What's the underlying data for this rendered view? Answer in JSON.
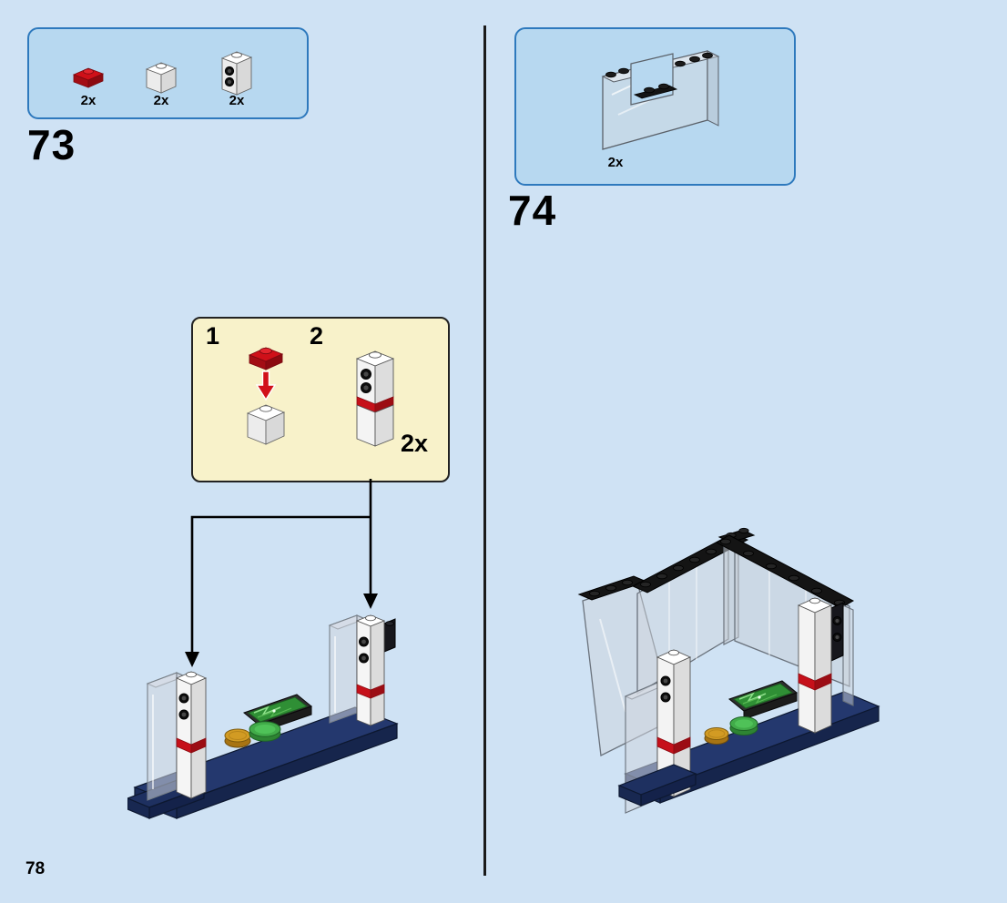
{
  "page": {
    "number": "78"
  },
  "step73": {
    "number": "73",
    "parts_box": {
      "parts": [
        {
          "icon": "red-plate-1x1-icon",
          "qty": "2x"
        },
        {
          "icon": "white-brick-1x1-icon",
          "qty": "2x"
        },
        {
          "icon": "white-brick-1x1-side-studs-icon",
          "qty": "2x"
        }
      ]
    },
    "callout": {
      "steps": [
        {
          "label": "1"
        },
        {
          "label": "2"
        }
      ],
      "qty": "2x"
    }
  },
  "step74": {
    "number": "74",
    "parts_box": {
      "parts": [
        {
          "icon": "transparent-corner-panel-icon",
          "qty": "2x"
        }
      ]
    }
  },
  "colors": {
    "page_bg": "#cfe2f4",
    "parts_box_bg": "#b7d8f0",
    "parts_box_border": "#2e79bd",
    "callout_bg": "#f8f2ca",
    "lego_red": "#cf1019",
    "navy_base": "#24386e",
    "screen_green": "#2f8f35",
    "coin_gold": "#d29b23",
    "tile_green": "#41ab49"
  }
}
